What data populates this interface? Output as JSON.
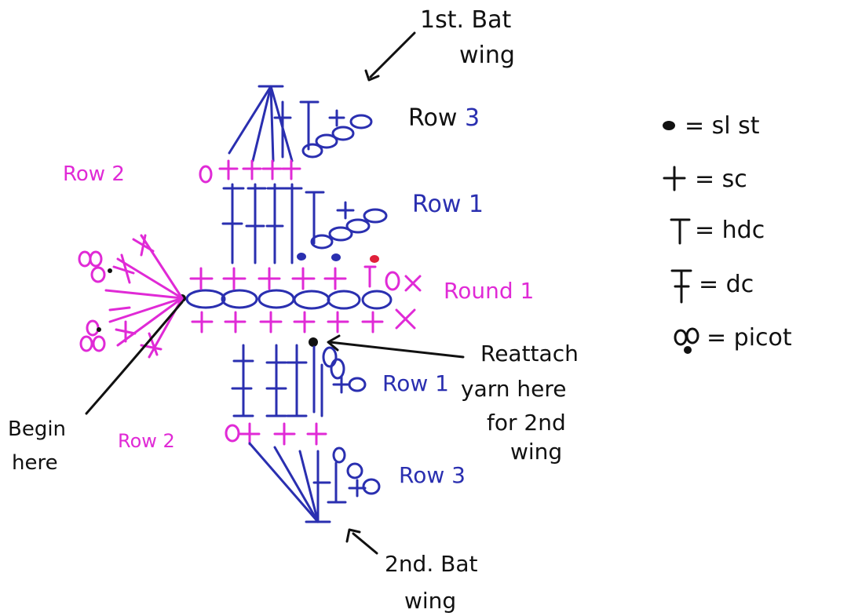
{
  "labels": {
    "first_wing_line1": "1st. Bat",
    "first_wing_line2": "wing",
    "row3_top": "Row 3",
    "row2_top": "Row 2",
    "row1_top": "Row 1",
    "round1": "Round 1",
    "row1_bottom": "Row 1",
    "row2_bottom": "Row 2",
    "row3_bottom": "Row 3",
    "begin_line1": "Begin",
    "begin_line2": "here",
    "reattach_line1": "Reattach",
    "reattach_line2": "yarn here",
    "reattach_line3": "for 2nd",
    "reattach_line4": "wing",
    "second_wing_line1": "2nd. Bat",
    "second_wing_line2": "wing"
  },
  "legend": [
    {
      "symbol": "sl-st",
      "text": "= sl st"
    },
    {
      "symbol": "sc",
      "text": "= sc"
    },
    {
      "symbol": "hdc",
      "text": "= hdc"
    },
    {
      "symbol": "dc",
      "text": "= dc"
    },
    {
      "symbol": "picot",
      "text": "= picot"
    }
  ],
  "colors": {
    "ink": "#111111",
    "blue": "#2a2fb0",
    "pink": "#e02ad6",
    "red": "#e0203a"
  }
}
